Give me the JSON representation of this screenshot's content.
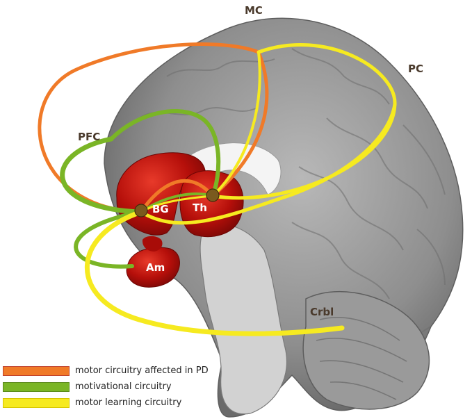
{
  "regions": {
    "mc": "MC",
    "pc": "PC",
    "pfc": "PFC",
    "crbl": "Crbl",
    "bg": "BG",
    "th": "Th",
    "am": "Am"
  },
  "legend": [
    {
      "label": "motor circuitry affected in PD",
      "color": "#f07a28",
      "border": "#c0402a"
    },
    {
      "label": "motivational circuitry",
      "color": "#7ab526",
      "border": "#5a8a1a"
    },
    {
      "label": "motor learning circuitry",
      "color": "#f6ea20",
      "border": "#d8c800"
    }
  ],
  "colors": {
    "motor": "#f07a28",
    "motivational": "#7ab526",
    "learning": "#f6ea20",
    "nuclei": "#c8140f",
    "node": "#7a5a1e"
  }
}
